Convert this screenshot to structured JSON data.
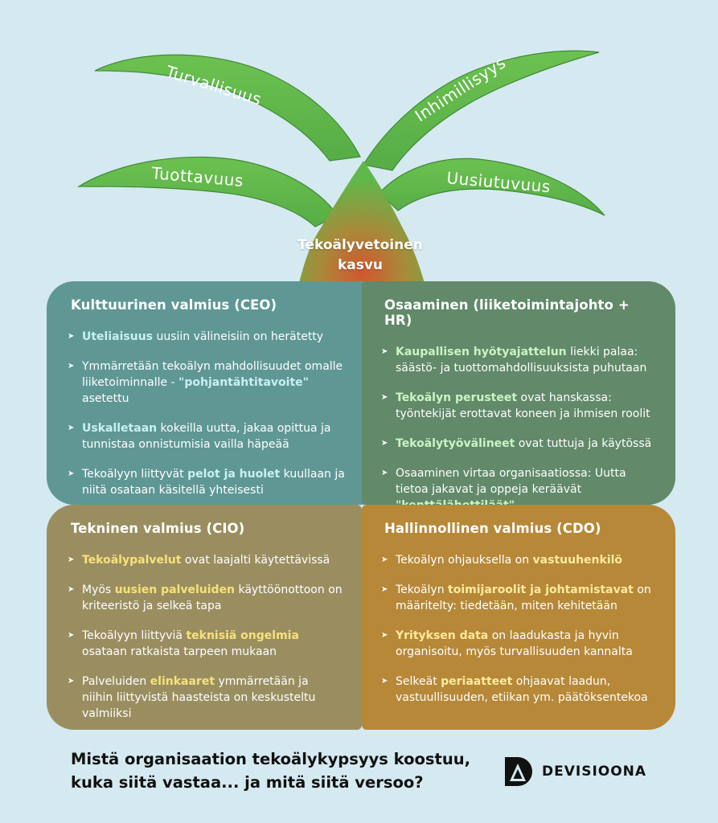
{
  "tree": {
    "trunk_label_line1": "Tekoälyvetoinen",
    "trunk_label_line2": "kasvu",
    "branches": {
      "top_left": "Turvallisuus",
      "top_right": "Inhimillisyys",
      "mid_left": "Tuottavuus",
      "mid_right": "Uusiutuvuus"
    },
    "colors": {
      "leaf": "#5fb84a",
      "trunk_base": "#d1562e"
    }
  },
  "panels": {
    "ceo": {
      "title": "Kulttuurinen valmius (CEO)",
      "color": "#5f9795",
      "items": [
        {
          "pre": "",
          "hl": "Uteliaisuus",
          "post": " uusiin välineisiin on herätetty"
        },
        {
          "pre": "Ymmärretään tekoälyn mahdollisuudet omalle liiketoiminnalle - ",
          "hl": "\"pohjantähtitavoite\"",
          "post": " asetettu"
        },
        {
          "pre": "",
          "hl": "Uskalletaan",
          "post": " kokeilla uutta, jakaa opittua ja tunnistaa onnistumisia vailla häpeää"
        },
        {
          "pre": "Tekoälyyn liittyvät ",
          "hl": "pelot ja huolet",
          "post": " kuullaan ja niitä osataan käsitellä yhteisesti"
        }
      ]
    },
    "hr": {
      "title": "Osaaminen (liiketoimintajohto + HR)",
      "color": "#61896a",
      "items": [
        {
          "pre": "",
          "hl": "Kaupallisen hyötyajattelun",
          "post": " liekki palaa: säästö- ja tuottomahdollisuuksista puhutaan"
        },
        {
          "pre": "",
          "hl": "Tekoälyn perusteet",
          "post": " ovat hanskassa: työntekijät erottavat koneen ja ihmisen roolit"
        },
        {
          "pre": "",
          "hl": "Tekoälytyövälineet",
          "post": " ovat tuttuja ja käytössä"
        },
        {
          "pre": "Osaaminen virtaa organisaatiossa: Uutta tietoa jakavat ja oppeja keräävät ",
          "hl": "\"kenttälähettiläät\"",
          "post": ""
        }
      ]
    },
    "cio": {
      "title": "Tekninen valmius (CIO)",
      "color": "#9a8e61",
      "items": [
        {
          "pre": "",
          "hl": "Tekoälypalvelut",
          "post": " ovat laajalti käytettävissä"
        },
        {
          "pre": "Myös ",
          "hl": "uusien palveluiden",
          "post": " käyttöönottoon on kriteeristö ja selkeä tapa"
        },
        {
          "pre": "Tekoälyyn liittyviä ",
          "hl": "teknisiä ongelmia",
          "post": " osataan ratkaista tarpeen mukaan"
        },
        {
          "pre": "Palveluiden ",
          "hl": "elinkaaret",
          "post": " ymmärretään ja niihin liittyvistä haasteista on keskusteltu valmiiksi"
        }
      ]
    },
    "cdo": {
      "title": "Hallinnollinen valmius (CDO)",
      "color": "#b68838",
      "items": [
        {
          "pre": "Tekoälyn ohjauksella on ",
          "hl": "vastuuhenkilö",
          "post": ""
        },
        {
          "pre": "Tekoälyn ",
          "hl": "toimijaroolit ja johtamistavat",
          "post": " on määritelty: tiedetään, miten kehitetään"
        },
        {
          "pre": "",
          "hl": "Yrityksen data",
          "post": " on laadukasta ja hyvin organisoitu, myös turvallisuuden kannalta"
        },
        {
          "pre": "Selkeät ",
          "hl": "periaatteet",
          "post": " ohjaavat laadun, vastuullisuuden, etiikan ym. päätöksentekoa"
        }
      ]
    }
  },
  "footer": {
    "question_line1": "Mistä organisaation tekoälykypsyys koostuu,",
    "question_line2": "kuka siitä vastaa... ja mitä siitä versoo?",
    "brand": "DEVISIOONA"
  }
}
